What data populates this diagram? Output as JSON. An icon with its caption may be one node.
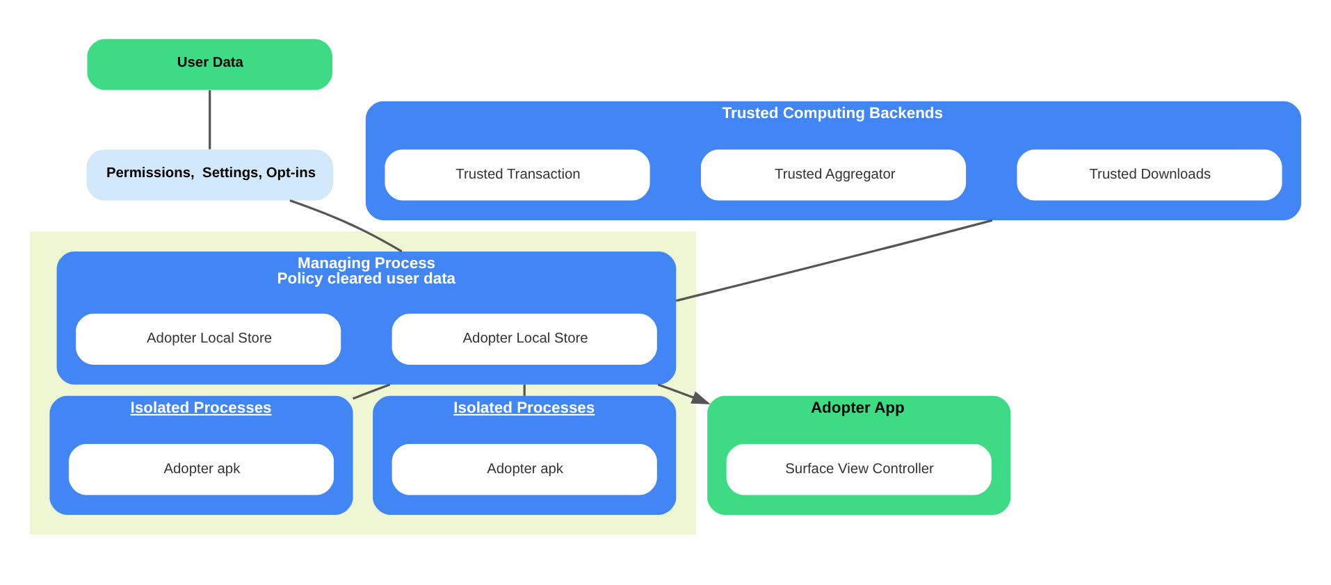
{
  "diagram": {
    "nodes": [
      {
        "text": [
          "User Data"
        ]
      },
      {
        "text": [
          "Permissions,  Settings, Opt-ins"
        ]
      },
      {
        "text": [
          "Trusted Computing Backends"
        ]
      },
      {
        "text": [
          "Trusted Downloads"
        ],
        "in": 2
      },
      {
        "text": [
          "Trusted Aggregator"
        ],
        "in": 2
      },
      {
        "text": [
          "Trusted Transaction"
        ],
        "in": 2
      },
      {
        "text": [],
        "shape": "box"
      },
      {
        "text": [
          "Managing Process",
          "Policy cleared user data"
        ],
        "in": 6
      },
      {
        "text": [
          "Adopter Local Store"
        ],
        "in": 7
      },
      {
        "text": [
          "Adopter Local Store"
        ],
        "in": 7
      },
      {
        "text": [
          "Isolated Processes"
        ],
        "in": 6
      },
      {
        "text": [
          "Adopter apk"
        ],
        "in": 10
      },
      {
        "text": [
          "Isolated Processes"
        ],
        "in": 6
      },
      {
        "text": [
          "Adopter apk"
        ],
        "in": 12
      },
      {
        "text": [
          "Adopter App"
        ]
      },
      {
        "text": [
          "Surface View Controller"
        ],
        "in": 14
      }
    ],
    "edges": [
      {
        "from": 0,
        "to": 1,
        "arrow": "none"
      },
      {
        "from": 1,
        "to": 7,
        "arrow": "none"
      },
      {
        "from": 2,
        "to": 7,
        "arrow": "none"
      },
      {
        "from": 7,
        "to": 10,
        "arrow": "none"
      },
      {
        "from": 7,
        "to": 12,
        "arrow": "none"
      },
      {
        "from": 7,
        "to": 14,
        "arrow": "to"
      }
    ]
  }
}
